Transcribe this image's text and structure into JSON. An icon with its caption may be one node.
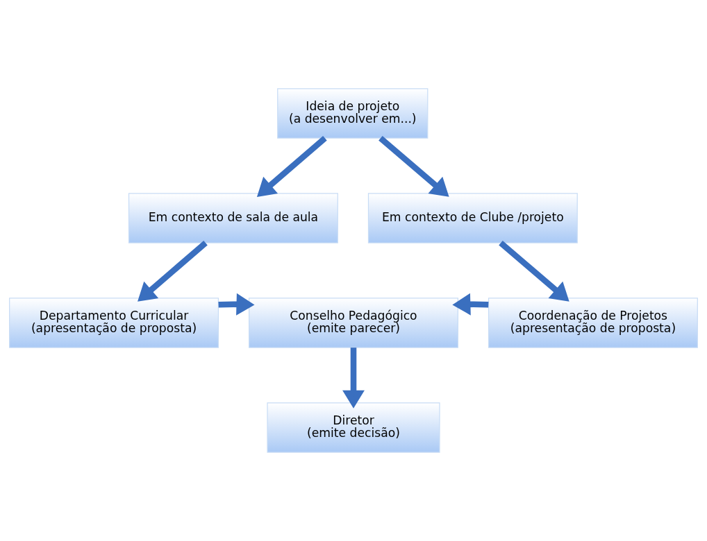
{
  "diagram": {
    "nodes": [
      {
        "text": [
          "Ideia de projeto (a desenvolver em...)"
        ]
      },
      {
        "text": [
          "Em contexto de sala de aula"
        ]
      },
      {
        "text": [
          "Em contexto de Clube /projeto"
        ]
      },
      {
        "text": [
          "Departamento Curricular (apresentação de proposta)"
        ]
      },
      {
        "text": [
          "Conselho Pedagógico (emite parecer)"
        ]
      },
      {
        "text": [
          "Coordenação de Projetos (apresentação de proposta)"
        ]
      },
      {
        "text": [
          "Diretor (emite decisão)"
        ]
      }
    ],
    "edges": [
      {
        "from": 0,
        "to": 1,
        "arrow": "to"
      },
      {
        "from": 0,
        "to": 2,
        "arrow": "to"
      },
      {
        "from": 1,
        "to": 3,
        "arrow": "to"
      },
      {
        "from": 2,
        "to": 5,
        "arrow": "to"
      },
      {
        "from": 3,
        "to": 4,
        "arrow": "to"
      },
      {
        "from": 5,
        "to": 4,
        "arrow": "to"
      },
      {
        "from": 4,
        "to": 6,
        "arrow": "to"
      }
    ]
  }
}
